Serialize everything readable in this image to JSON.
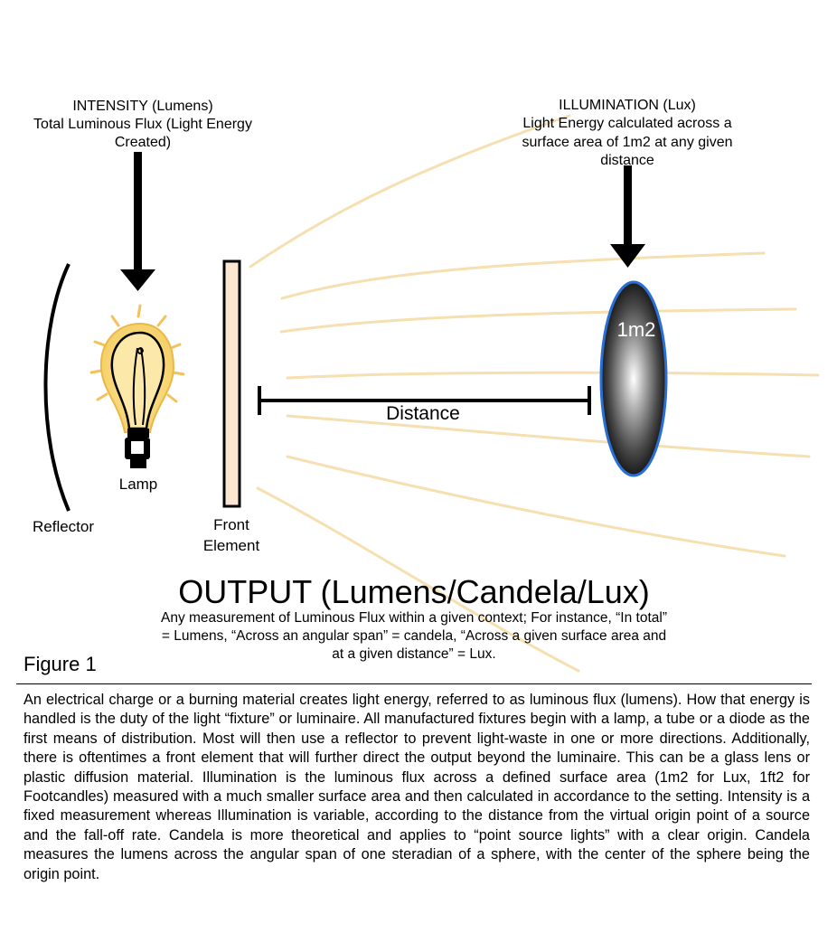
{
  "intensity": {
    "title": "INTENSITY (Lumens)",
    "line1": "Total Luminous Flux (Light Energy",
    "line2": "Created)"
  },
  "illumination": {
    "title": "ILLUMINATION (Lux)",
    "line1": "Light Energy calculated across a",
    "line2": "surface area of 1m2 at any given",
    "line3": "distance"
  },
  "labels": {
    "lamp": "Lamp",
    "reflector": "Reflector",
    "front_element_1": "Front",
    "front_element_2": "Element",
    "distance": "Distance",
    "area": "1m2"
  },
  "output": {
    "title": "OUTPUT (Lumens/Candela/Lux)",
    "line1": "Any measurement of Luminous Flux within a given context; For instance, “In total”",
    "line2": "= Lumens, “Across an angular span” = candela, “Across a given surface area and",
    "line3": "at a given distance” = Lux."
  },
  "figure_label": "Figure 1",
  "description": "An electrical charge or a burning material creates light energy, referred to as luminous flux (lumens). How that energy is handled is the duty of the light “fixture” or luminaire. All manufactured fixtures begin with a lamp, a tube or a diode as the first means of distribution. Most will then use a reflector to prevent light-waste in one or more directions. Additionally, there is oftentimes a front element that will further direct the output beyond the luminaire. This can be a glass lens or plastic diffusion material. Illumination is the luminous flux across a defined surface area (1m2 for Lux, 1ft2 for Footcandles) measured with a much smaller surface area and then calculated in accordance to the setting. Intensity is a fixed measurement whereas Illumination is variable, according to the distance from the virtual origin point of a source and the fall-off rate. Candela is more theoretical and applies to “point source lights” with a clear origin. Candela measures the lumens across the angular span of one steradian of a sphere, with the center of the sphere being the origin point.",
  "colors": {
    "ray": "#f6dfb0",
    "front_element_fill": "#fbe6d2",
    "bulb_glow": "#f9e08a",
    "ellipse_border": "#2a6fd6"
  }
}
